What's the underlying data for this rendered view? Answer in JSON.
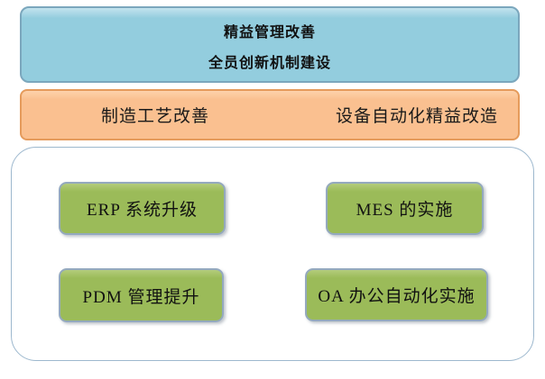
{
  "diagram": {
    "top_box": {
      "line1": "精益管理改善",
      "line2": "全员创新机制建设",
      "fill_color": "#93CDDE",
      "border_color": "#7BA7BD",
      "text_color": "#111111"
    },
    "middle_box": {
      "left_label": "制造工艺改善",
      "right_label": "设备自动化精益改造",
      "fill_color": "#FAC090",
      "border_color": "#E59B5C",
      "text_color": "#1A1A1A"
    },
    "bottom_group": {
      "fill_color": "#FFFFFF",
      "border_color": "#9DB8CE",
      "item_fill_color": "#9BBB59",
      "item_border_color": "#94A9BE",
      "items": [
        {
          "label": "ERP 系统升级"
        },
        {
          "label": "MES 的实施"
        },
        {
          "label": "PDM 管理提升"
        },
        {
          "label": "OA 办公自动化实施"
        }
      ]
    }
  }
}
